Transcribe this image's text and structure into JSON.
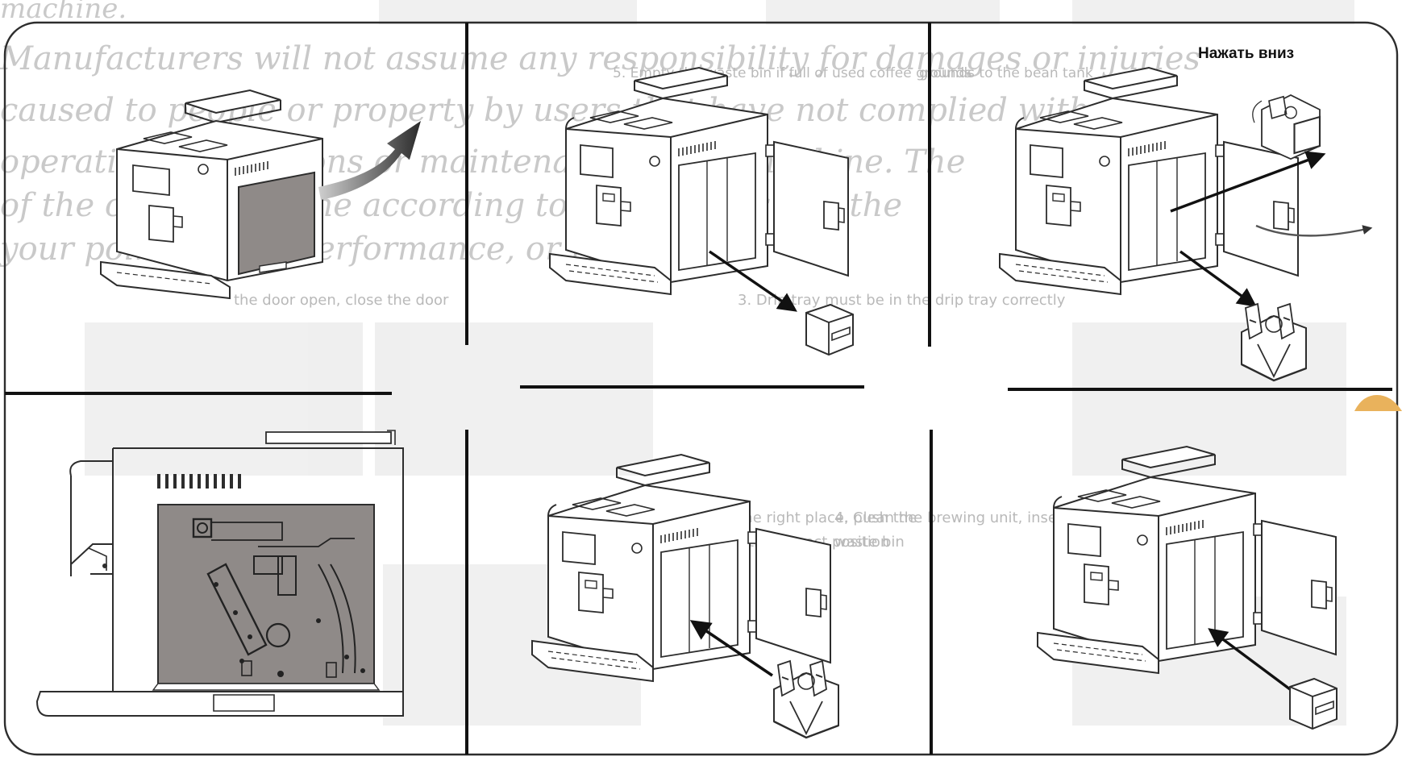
{
  "callout_label": "Нажать вниз",
  "bleed_text": {
    "line1": "machine.",
    "line2": "Manufacturers will not assume any responsibility for damages or injuries",
    "line3": "caused  to  people  or  property  by  users  that  have  not  complied  with",
    "line4": "operating instructions or maintenance of the machine. The",
    "line5": "of the coffee machine         according to the number and the",
    "line6": "your point of sale             performance, or repairs.",
    "s1": "grounds to the bean tank",
    "s2": "5. Empty the waste bin if full of used coffee grounds",
    "s3": "the door open, close the door",
    "s4": "3. Drip tray must be in the drip tray correctly",
    "s5": "4. Clean the brewing unit, insert the coffee",
    "s6": "waste bin",
    "s7": "machine, water tank at the right place, push the",
    "s8": "brewing units into the correct position"
  },
  "colors": {
    "line": "#2d2d2d",
    "divider": "#111111",
    "panel_fill": "#8f8a88",
    "ghost": "#c9c9c9",
    "accent": "#e9b25c"
  }
}
